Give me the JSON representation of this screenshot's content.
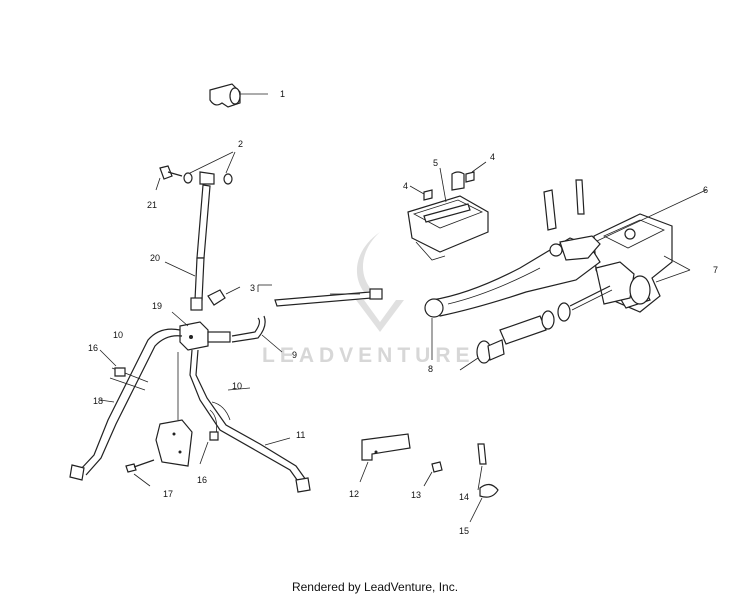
{
  "callouts": [
    "1",
    "2",
    "3",
    "4",
    "4",
    "5",
    "6",
    "7",
    "8",
    "9",
    "10",
    "10",
    "11",
    "12",
    "13",
    "14",
    "15",
    "16",
    "16",
    "17",
    "18",
    "19",
    "20",
    "21"
  ],
  "watermark": "LEADVENTURE",
  "footer": "Rendered by LeadVenture, Inc."
}
